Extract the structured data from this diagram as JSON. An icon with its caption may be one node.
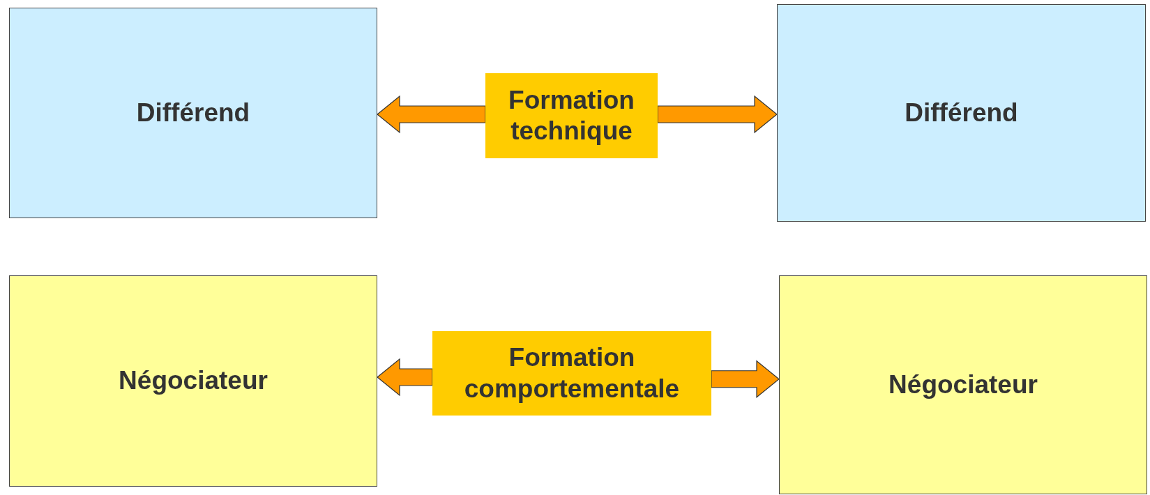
{
  "diagram": {
    "nodes": [
      {
        "text": [
          "Différend"
        ]
      },
      {
        "text": [
          "Formation technique"
        ]
      },
      {
        "text": [
          "Différend"
        ]
      },
      {
        "text": [
          "Négociateur"
        ]
      },
      {
        "text": [
          "Formation comportementale"
        ]
      },
      {
        "text": [
          "Négociateur"
        ]
      }
    ],
    "edges": [
      {
        "from": 1,
        "to": 0,
        "arrow": "to"
      },
      {
        "from": 1,
        "to": 2,
        "arrow": "to"
      },
      {
        "from": 4,
        "to": 3,
        "arrow": "to"
      },
      {
        "from": 4,
        "to": 5,
        "arrow": "to"
      }
    ]
  }
}
